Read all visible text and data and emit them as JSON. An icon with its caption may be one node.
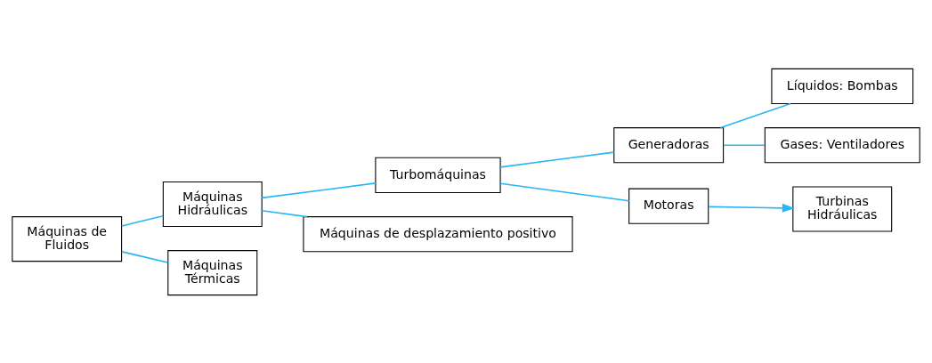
{
  "diagram": {
    "nodes": [
      {
        "text": [
          "Máquinas de Fluidos"
        ]
      },
      {
        "text": [
          "Máquinas Hidráulicas"
        ]
      },
      {
        "text": [
          "Máquinas Térmicas"
        ]
      },
      {
        "text": [
          "Turbomáquinas"
        ]
      },
      {
        "text": [
          "Máquinas de desplazamiento positivo"
        ]
      },
      {
        "text": [
          "Generadoras"
        ]
      },
      {
        "text": [
          "Motoras"
        ]
      },
      {
        "text": [
          "Líquidos: Bombas"
        ]
      },
      {
        "text": [
          "Gases: Ventiladores"
        ]
      },
      {
        "text": [
          "Turbinas Hidráulicas"
        ]
      }
    ],
    "edges": [
      {
        "from": 0,
        "to": 1,
        "arrow": "none"
      },
      {
        "from": 0,
        "to": 2,
        "arrow": "none"
      },
      {
        "from": 1,
        "to": 3,
        "arrow": "none"
      },
      {
        "from": 1,
        "to": 4,
        "arrow": "none"
      },
      {
        "from": 3,
        "to": 5,
        "arrow": "none"
      },
      {
        "from": 3,
        "to": 6,
        "arrow": "none"
      },
      {
        "from": 5,
        "to": 7,
        "arrow": "none"
      },
      {
        "from": 5,
        "to": 8,
        "arrow": "none"
      },
      {
        "from": 6,
        "to": 9,
        "arrow": "to"
      }
    ]
  }
}
